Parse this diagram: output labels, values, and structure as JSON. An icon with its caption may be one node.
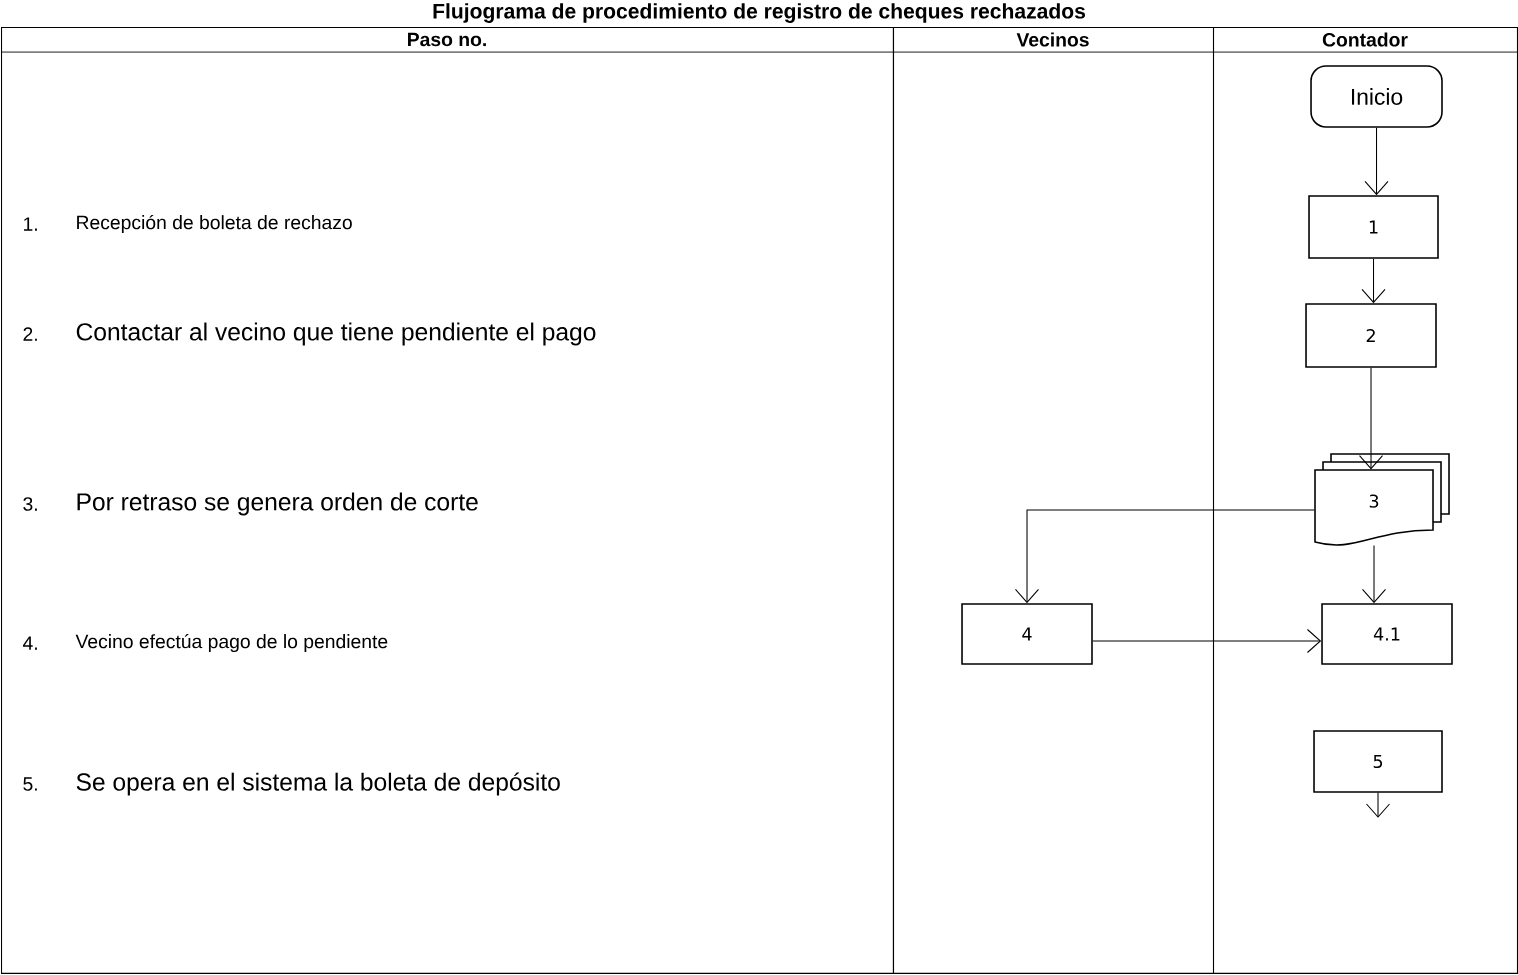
{
  "diagram": {
    "title": "Flujograma de procedimiento de registro de cheques rechazados",
    "nodes": [
      {
        "text": [
          "Paso no."
        ]
      },
      {
        "text": [
          "Vecinos"
        ]
      },
      {
        "text": [
          "Contador"
        ]
      },
      {
        "text": [
          "Inicio"
        ],
        "in": 2
      },
      {
        "text": [
          "1"
        ],
        "in": 2
      },
      {
        "text": [
          "2"
        ],
        "in": 2
      },
      {
        "text": [
          "3"
        ],
        "in": 2
      },
      {
        "text": [
          "4"
        ],
        "in": 1
      },
      {
        "text": [
          "4.1"
        ],
        "in": 2
      },
      {
        "text": [
          "5"
        ],
        "in": 2
      }
    ],
    "edges": [
      {
        "from": 3,
        "to": 4,
        "arrow": "to"
      },
      {
        "from": 4,
        "to": 5,
        "arrow": "to"
      },
      {
        "from": 5,
        "to": 6,
        "arrow": "to"
      },
      {
        "from": 6,
        "to": 7,
        "arrow": "to"
      },
      {
        "from": 6,
        "to": 8,
        "arrow": "to"
      },
      {
        "from": 7,
        "to": 8,
        "arrow": "to"
      },
      {
        "from": 9,
        "to": null,
        "arrow": "to"
      }
    ],
    "labels": [
      "1.",
      "Recepción de boleta de rechazo",
      "2.",
      "Contactar al vecino que tiene pendiente el pago",
      "3.",
      "Por retraso se genera orden de corte",
      "4.",
      "Vecino efectúa pago de lo pendiente",
      "5.",
      "Se opera en el sistema la boleta de depósito"
    ]
  }
}
